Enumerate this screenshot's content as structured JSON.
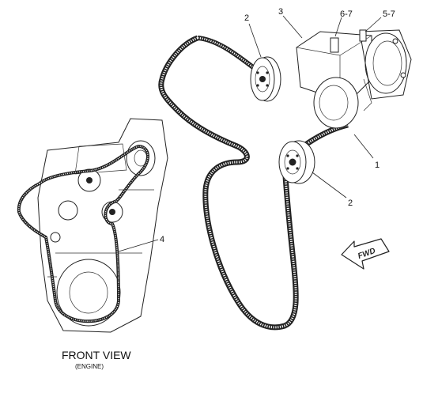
{
  "diagram": {
    "callouts": {
      "c1": "1",
      "c2_top": "2",
      "c2_bottom": "2",
      "c3": "3",
      "c4": "4",
      "c5_7": "5-7",
      "c6_7": "6-7"
    },
    "front_view": {
      "title": "FRONT VIEW",
      "subtitle": "(ENGINE)"
    },
    "direction_arrow": {
      "label": "FWD"
    }
  }
}
